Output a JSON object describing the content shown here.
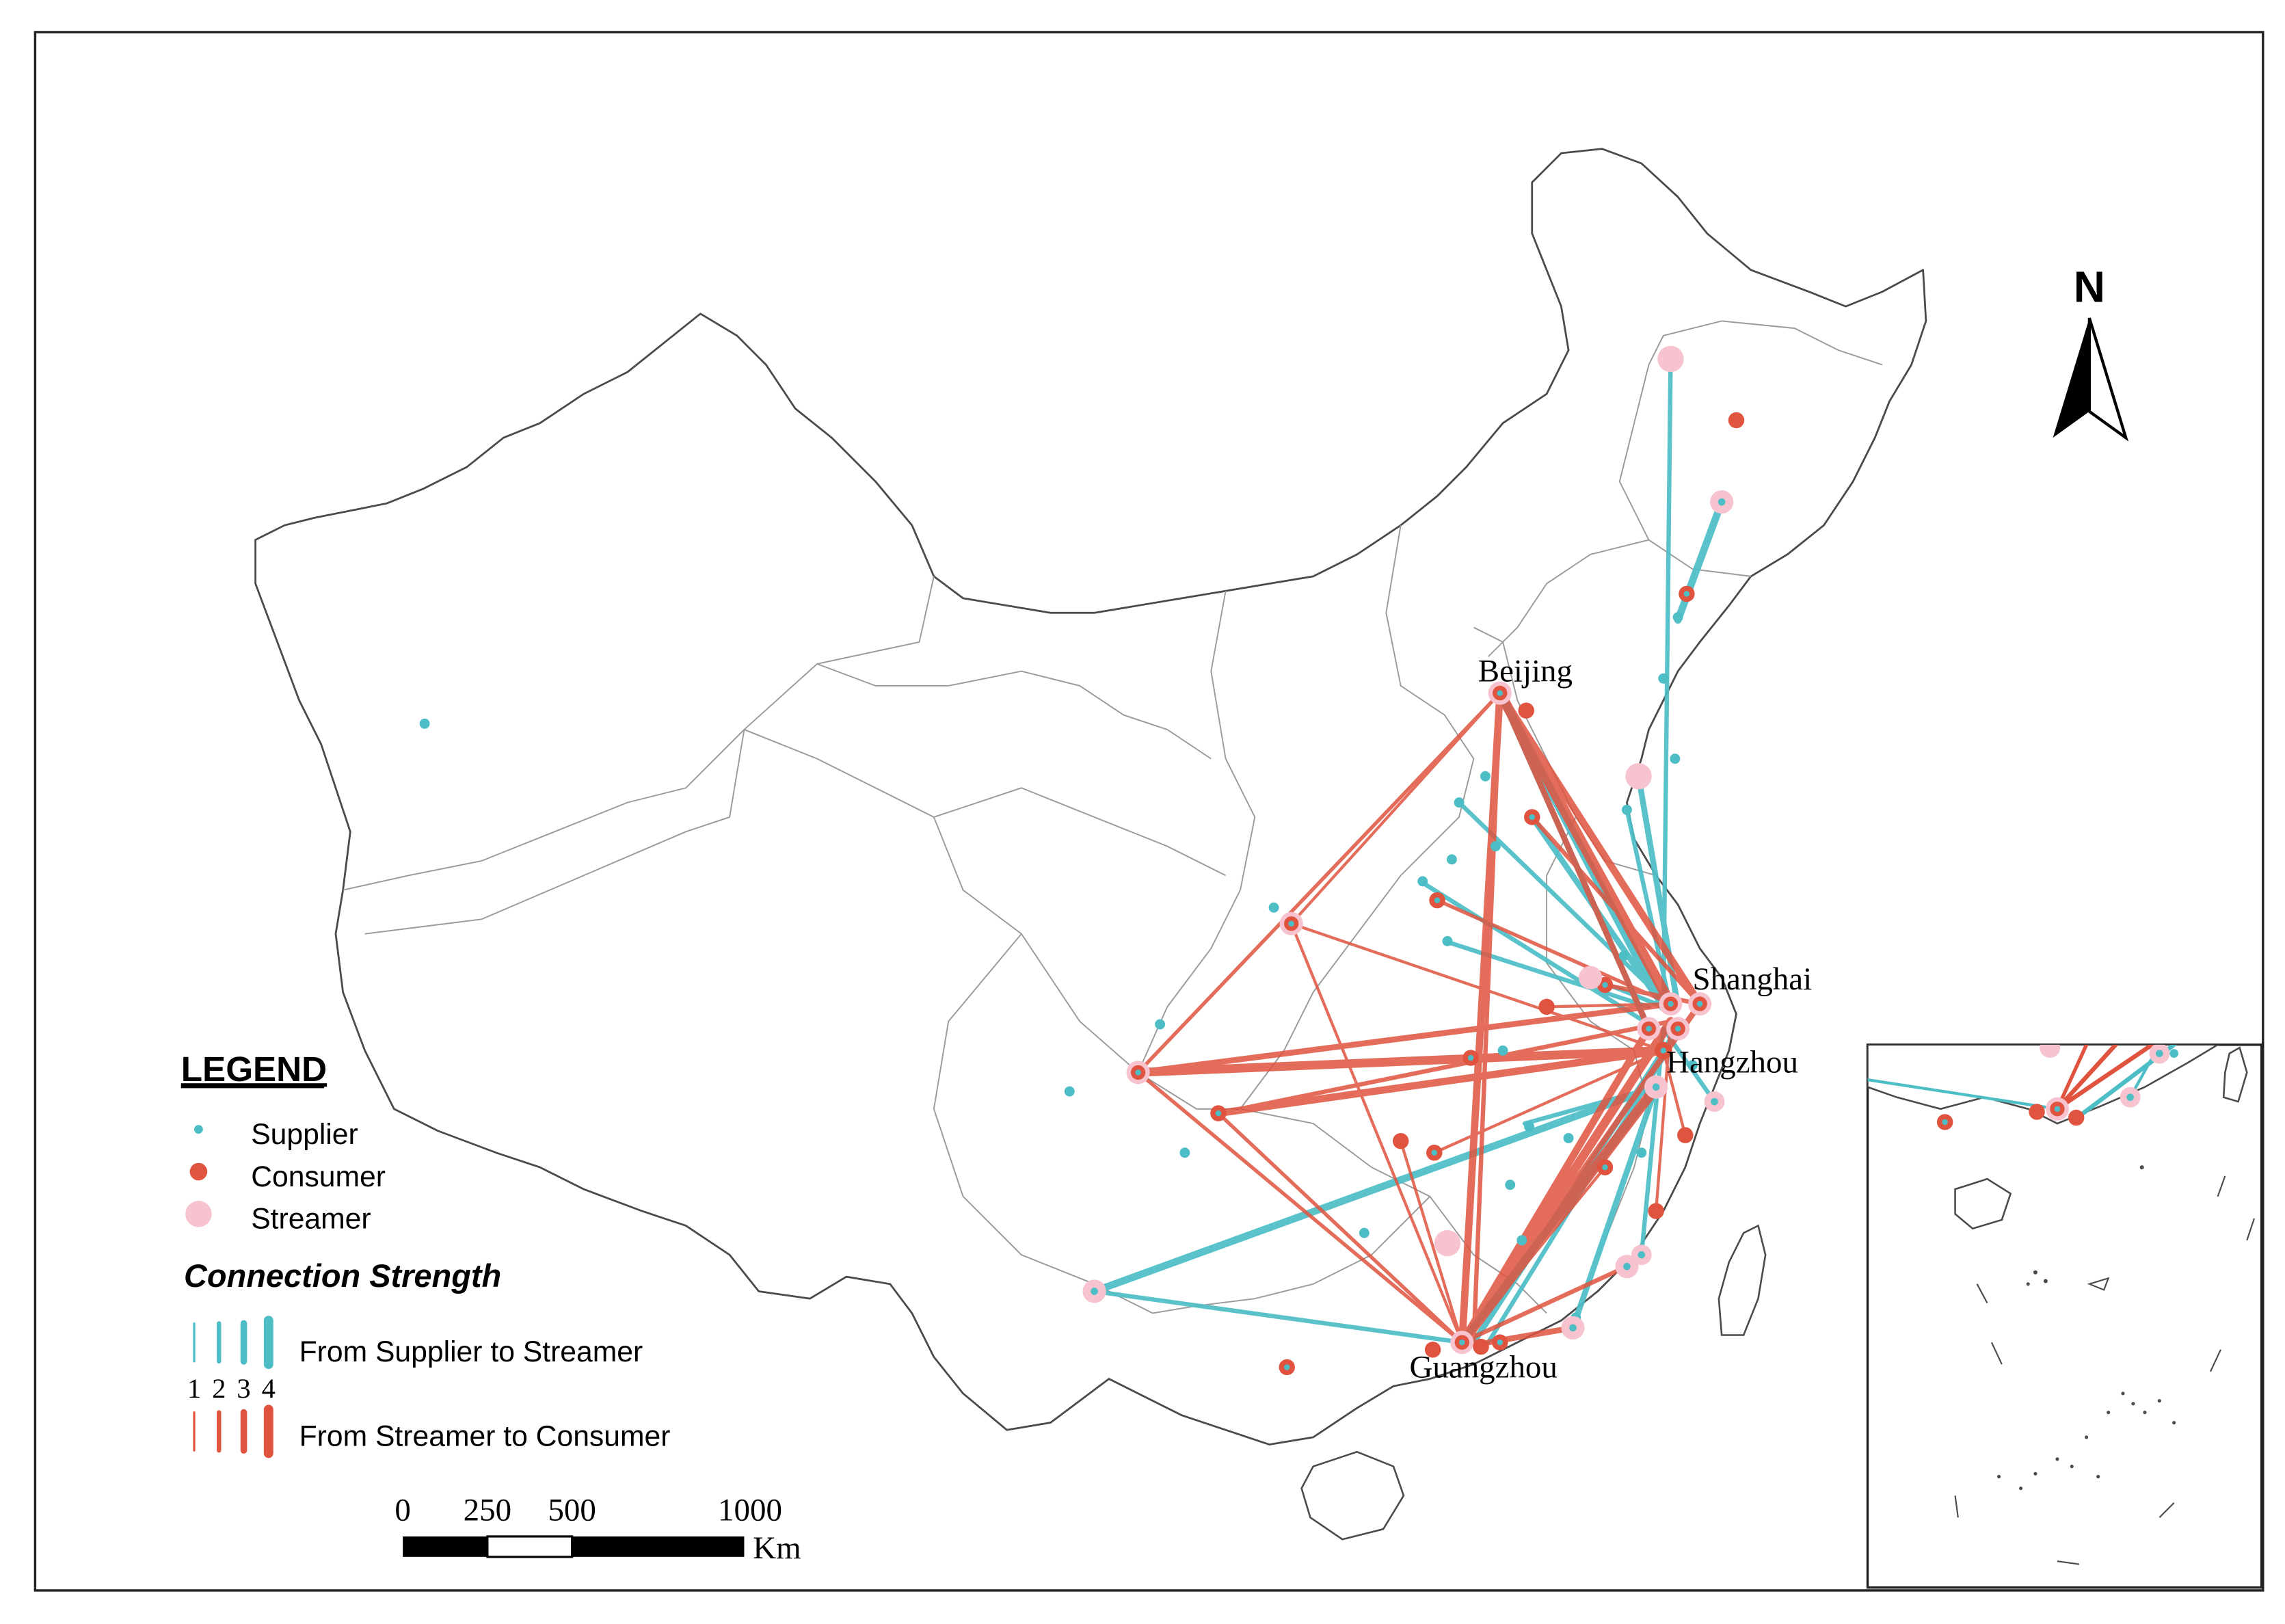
{
  "map": {
    "north_label": "N",
    "colors": {
      "supplier": "#4DBDC6",
      "consumer": "#E0533F",
      "streamer": "#F7C3CF",
      "flow_supplier_streamer": "#4DBDC6",
      "flow_streamer_consumer": "#E0533F",
      "boundary": "#4a4a4a",
      "inner_boundary": "#d4d4d4"
    },
    "city_labels": {
      "beijing": "Beijing",
      "shanghai": "Shanghai",
      "hangzhou": "Hangzhou",
      "guangzhou": "Guangzhou"
    },
    "legend": {
      "title": "LEGEND",
      "supplier": "Supplier",
      "consumer": "Consumer",
      "streamer": "Streamer",
      "strength_title": "Connection Strength",
      "strength_levels": [
        "1",
        "2",
        "3",
        "4"
      ],
      "supplier_to_streamer": "From Supplier to Streamer",
      "streamer_to_consumer": "From Streamer to Consumer"
    },
    "scale_bar": {
      "ticks": [
        "0",
        "250",
        "500",
        "1000"
      ],
      "unit": "Km"
    },
    "icons": [
      "north-arrow-icon"
    ]
  }
}
